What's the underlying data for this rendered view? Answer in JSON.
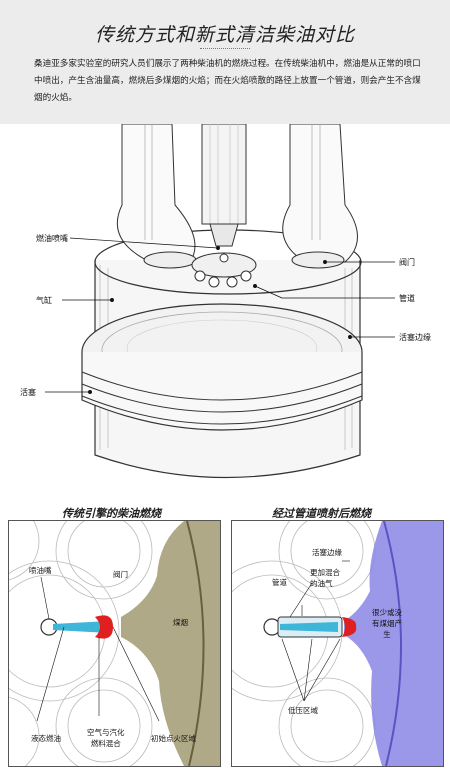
{
  "title": "传统方式和新式清洁柴油对比",
  "intro": "桑迪亚多家实验室的研究人员们展示了两种柴油机的燃烧过程。在传统柴油机中，燃油是从正常的喷口中喷出，产生含油量高，燃烧后多煤烟的火焰；而在火焰喷散的路径上放置一个管道，则会产生不含煤烟的火焰。",
  "main_labels": {
    "nozzle": "燃油喷嘴",
    "valve": "阀门",
    "cylinder": "气缸",
    "duct": "管道",
    "piston_edge": "活塞边缘",
    "piston": "活塞"
  },
  "left_panel": {
    "title": "传统引擎的柴油燃烧",
    "nozzle": "喷油嘴",
    "valve": "阀门",
    "soot": "煤烟",
    "liquid_fuel": "液态燃油",
    "air_mix": "空气与汽化\n燃料混合",
    "ignition": "初始点火区域"
  },
  "right_panel": {
    "title": "经过管道喷射后燃烧",
    "piston_edge": "活塞边缘",
    "duct": "管道",
    "better_mix": "更加混合\n的油气",
    "low_soot": "很少或没\n有煤烟产\n生",
    "low_pressure": "低压区域"
  },
  "colors": {
    "header_bg": "#ececec",
    "soot": "#a7a07a",
    "flame_red": "#e02020",
    "fuel_cyan": "#3fb6d8",
    "blue_flame": "#8a86e6"
  }
}
